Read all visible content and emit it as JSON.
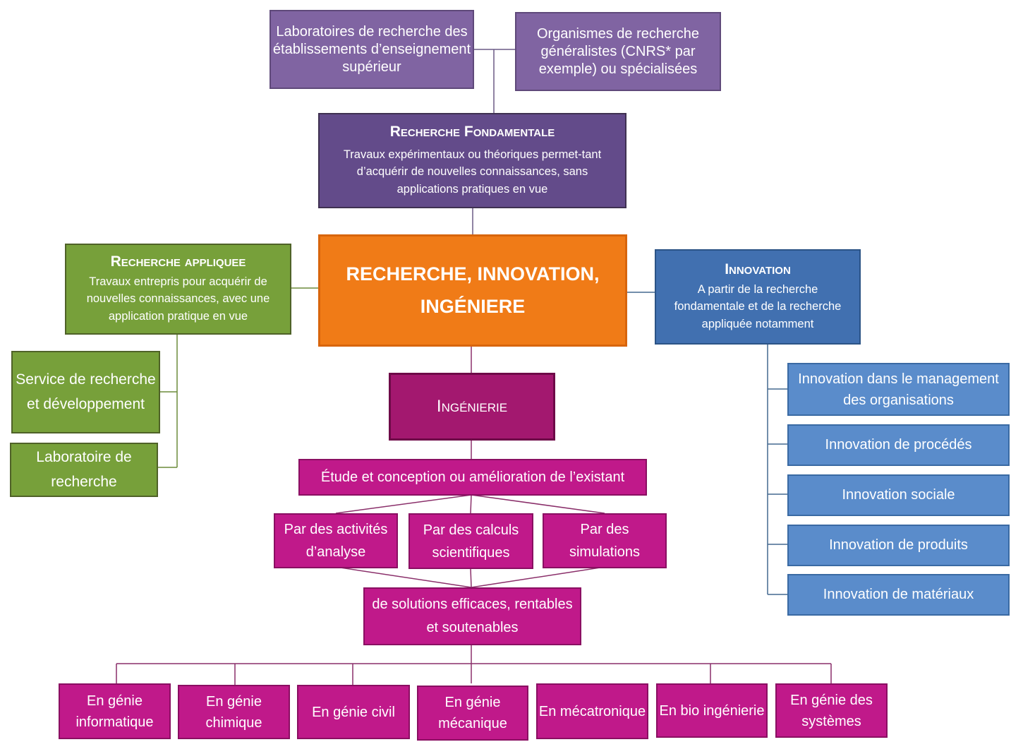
{
  "labs": "Laboratoires de recherche des établissements d’enseignement supérieur",
  "organismes": "Organismes de recherche généralistes (CNRS* par exemple) ou spécialisées",
  "fondamentale": {
    "title": "Recherche Fondamentale",
    "text": "Travaux expérimentaux ou théoriques permet-tant d’acquérir de nouvelles connaissances, sans applications pratiques en vue"
  },
  "appliquee": {
    "title": "Recherche appliquee",
    "text": "Travaux entrepris pour acquérir de nouvelles connaissances, avec une application pratique en vue"
  },
  "main": {
    "title": "RECHERCHE, INNOVATION, INGÉNIERE"
  },
  "innovation": {
    "title": "Innovation",
    "text": "A partir de la recherche fondamentale et de la recherche appliquée notamment"
  },
  "service": "Service de recherche et développement",
  "labo": "Laboratoire de recherche",
  "innovation_items": [
    "Innovation dans le management des organisations",
    "Innovation de procédés",
    "Innovation sociale",
    "Innovation de produits",
    "Innovation de matériaux"
  ],
  "ingenierie": "Ingénierie",
  "etude": "Étude et conception ou amélioration de l’existant",
  "methods": [
    "Par des activités d’analyse",
    "Par des calculs scientifiques",
    "Par des simulations"
  ],
  "solutions": "de solutions efficaces, rentables et soutenables",
  "genies": [
    "En génie informatique",
    "En génie chimique",
    "En génie civil",
    "En génie mécanique",
    "En mécatronique",
    "En bio ingénierie",
    "En génie des systèmes"
  ],
  "colors": {
    "purple": "#8064a2",
    "dark_purple": "#634b8a",
    "green": "#77a03a",
    "orange": "#f07b17",
    "blue": "#4170b0",
    "light_blue": "#5a8ccb",
    "magenta": "#c0198a",
    "dark_magenta": "#a3186f"
  }
}
